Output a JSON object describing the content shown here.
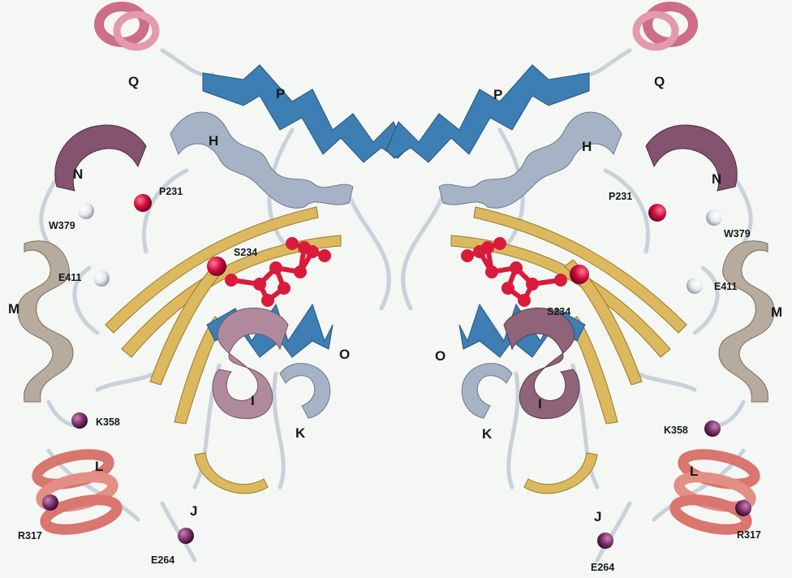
{
  "labels": {
    "left": {
      "Q": "Q",
      "P": "P",
      "H": "H",
      "N": "N",
      "P231": "P231",
      "W379": "W379",
      "S234": "S234",
      "E411": "E411",
      "M": "M",
      "O": "O",
      "I": "I",
      "K358": "K358",
      "K": "K",
      "L": "L",
      "J": "J",
      "R317": "R317",
      "E264": "E264"
    },
    "right": {
      "Q": "Q",
      "P": "P",
      "H": "H",
      "N": "N",
      "P231": "P231",
      "W379": "W379",
      "S234": "S234",
      "E411": "E411",
      "M": "M",
      "O": "O",
      "I": "I",
      "K358": "K358",
      "K": "K",
      "L": "L",
      "J": "J",
      "R317": "R317",
      "E264": "E264"
    }
  },
  "colors": {
    "background": "#f4f7f4",
    "helix_blue": "#3d7eb4",
    "helix_steel": "#a6b3c6",
    "helix_plum": "#84536f",
    "helix_mauve": "#b08a9c",
    "helix_tan": "#b7ab9d",
    "helix_pink": "#cd6e86",
    "helix_salmon": "#d9766f",
    "strand_gold": "#dcb85e",
    "loop": "#c9d1da",
    "sphere_red": "#d21040",
    "sphere_white": "#eef1f3",
    "sphere_purple": "#7c2f6a",
    "ligand": "#d91a3a"
  }
}
